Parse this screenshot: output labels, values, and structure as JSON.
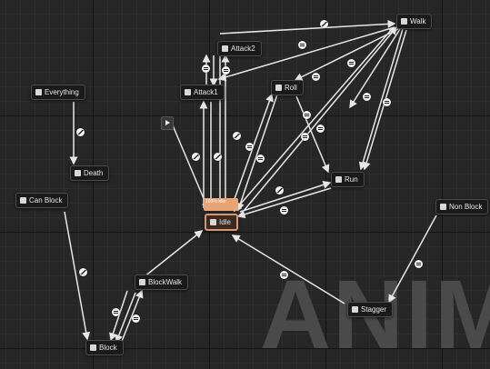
{
  "watermark": "ANIMA",
  "entry": {
    "icon": "play-icon"
  },
  "active_state": {
    "progress_label": "100%",
    "progress_detail": "Idle",
    "progress": 1.0
  },
  "states": [
    {
      "id": "walk",
      "label": "Walk",
      "icon": "state-icon"
    },
    {
      "id": "attack2",
      "label": "Attack2",
      "icon": "state-icon"
    },
    {
      "id": "attack1",
      "label": "Attack1",
      "icon": "state-icon"
    },
    {
      "id": "roll",
      "label": "Roll",
      "icon": "state-icon"
    },
    {
      "id": "everything",
      "label": "Everything",
      "icon": "conduit-icon"
    },
    {
      "id": "death",
      "label": "Death",
      "icon": "state-icon"
    },
    {
      "id": "can-block",
      "label": "Can Block",
      "icon": "conduit-icon"
    },
    {
      "id": "run",
      "label": "Run",
      "icon": "state-icon"
    },
    {
      "id": "idle",
      "label": "Idle",
      "icon": "state-icon",
      "active": true
    },
    {
      "id": "non-block",
      "label": "Non Block",
      "icon": "conduit-icon"
    },
    {
      "id": "blockwalk",
      "label": "BlockWalk",
      "icon": "state-icon"
    },
    {
      "id": "stagger",
      "label": "Stagger",
      "icon": "state-icon"
    },
    {
      "id": "block",
      "label": "Block",
      "icon": "state-icon"
    }
  ],
  "colors": {
    "background": "#262626",
    "wire": "#e6e6e6",
    "node_fill": "#1a1a1a",
    "node_border": "#4c4c4c",
    "active_border": "#d9956b"
  }
}
